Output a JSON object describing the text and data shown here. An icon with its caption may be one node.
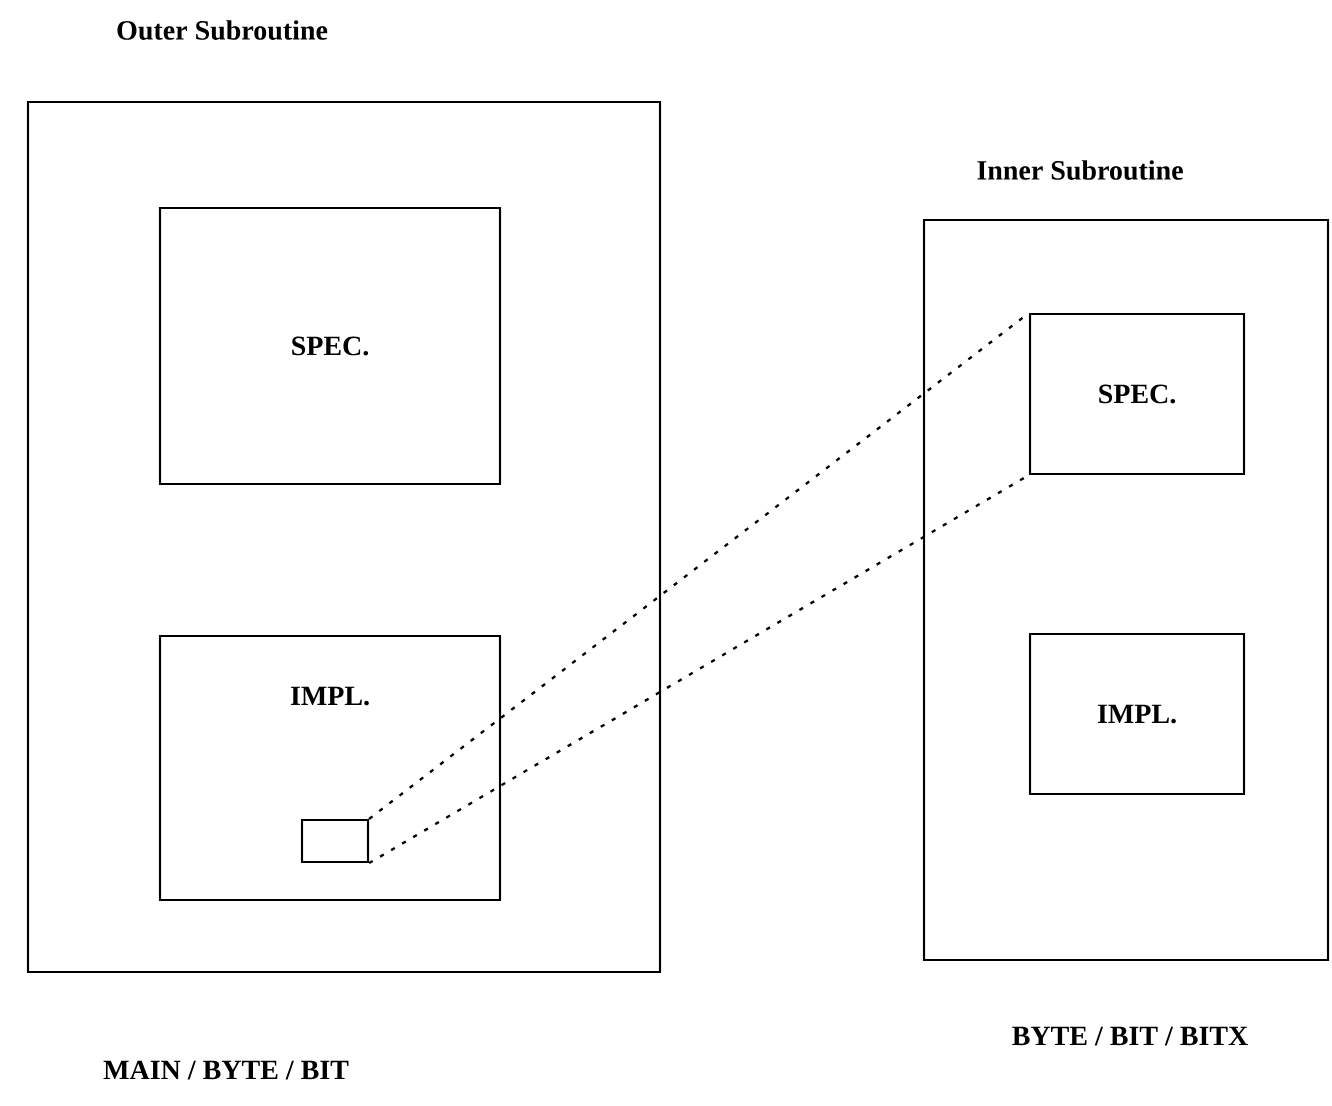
{
  "diagram": {
    "nodes": [
      {
        "text": [
          "Outer Subroutine"
        ],
        "beside": [
          "MAIN / BYTE / BIT"
        ]
      },
      {
        "text": [
          "SPEC."
        ],
        "in": 0
      },
      {
        "text": [
          "IMPL."
        ],
        "in": 0
      },
      {
        "text": [],
        "shape": "box",
        "in": 2
      },
      {
        "text": [
          "Inner Subroutine"
        ],
        "beside": [
          "BYTE / BIT / BITX"
        ]
      },
      {
        "text": [
          "SPEC."
        ],
        "in": 4
      },
      {
        "text": [
          "IMPL."
        ],
        "in": 4
      }
    ],
    "edges": [
      {
        "from": 3,
        "to": 5,
        "arrow": "none",
        "style": "dashed"
      },
      {
        "from": 3,
        "to": 5,
        "arrow": "none",
        "style": "dashed"
      }
    ]
  }
}
